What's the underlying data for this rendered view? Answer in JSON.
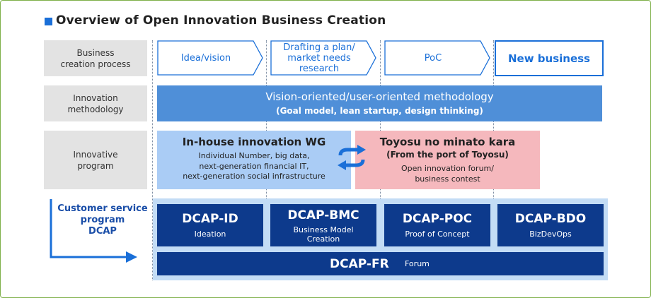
{
  "title": "Overview of Open Innovation Business Creation",
  "rows": {
    "process": "Business\ncreation process",
    "methodology": "Innovation\nmethodology",
    "program": "Innovative\nprogram"
  },
  "stages": [
    {
      "label": "Idea/vision"
    },
    {
      "label": "Drafting a plan/\nmarket needs\nresearch"
    },
    {
      "label": "PoC"
    }
  ],
  "new_business": "New business",
  "methodology": {
    "main": "Vision-oriented/user-oriented methodology",
    "sub": "(Goal model, lean startup, design thinking)"
  },
  "inhouse": {
    "heading": "In-house innovation WG",
    "body": "Individual Number, big data,\nnext-generation financial IT,\nnext-generation social infrastructure"
  },
  "toyosu": {
    "heading": "Toyosu no minato kara",
    "subheading": "(From the port of Toyosu)",
    "body": "Open innovation forum/\nbusiness contest"
  },
  "customer_program": "Customer service\nprogram\nDCAP",
  "dcap": [
    {
      "name": "DCAP-ID",
      "desc": "Ideation"
    },
    {
      "name": "DCAP-BMC",
      "desc": "Business Model\nCreation"
    },
    {
      "name": "DCAP-POC",
      "desc": "Proof of Concept"
    },
    {
      "name": "DCAP-BDO",
      "desc": "BizDevOps"
    }
  ],
  "dcap_fr": {
    "name": "DCAP-FR",
    "desc": "Forum"
  },
  "colors": {
    "accent": "#1a6fd8",
    "methodology": "#4f8fd8",
    "inhouse": "#aaccf5",
    "toyosu": "#f5b8bd",
    "dcap": "#0d3a8c",
    "dcap_bg": "#c3dcf5",
    "frame": "#7fb04a"
  }
}
